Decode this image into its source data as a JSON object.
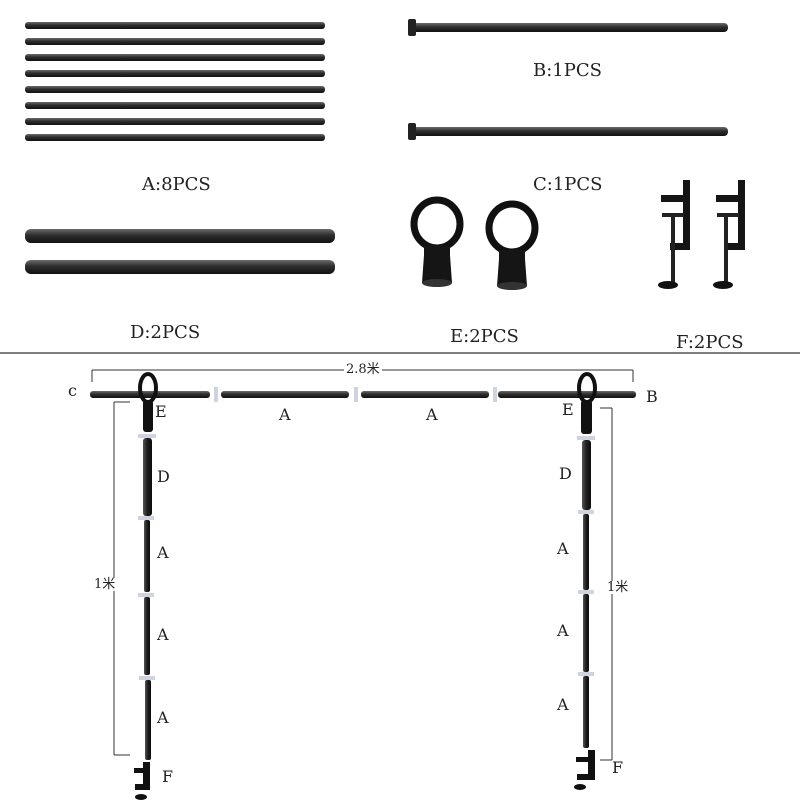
{
  "parts": {
    "a": {
      "label": "A:8PCS"
    },
    "b": {
      "label": "B:1PCS"
    },
    "c": {
      "label": "C:1PCS"
    },
    "d": {
      "label": "D:2PCS"
    },
    "e": {
      "label": "E:2PCS"
    },
    "f": {
      "label": "F:2PCS"
    }
  },
  "assembly": {
    "top_left_end": "c",
    "top_right_end": "B",
    "top_mid_labels": [
      "A",
      "A"
    ],
    "width_label": "2.8米",
    "height_label": "1米",
    "left_column": [
      "E",
      "D",
      "A",
      "A",
      "A",
      "F"
    ],
    "right_column": [
      "E",
      "D",
      "A",
      "A",
      "A",
      "F"
    ]
  },
  "colors": {
    "pole": "#2a2a2a",
    "pole_dark": "#111111",
    "connector": "#cfd3e0",
    "divider": "#333333"
  }
}
